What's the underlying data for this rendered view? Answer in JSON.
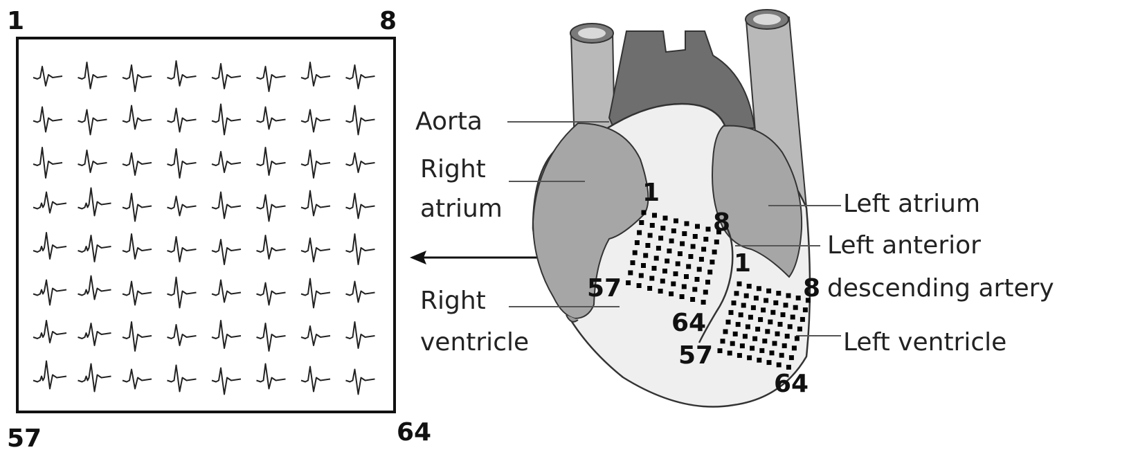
{
  "recording_panel": {
    "corners": {
      "top_left": "1",
      "top_right": "8",
      "bottom_left": "57",
      "bottom_right": "64"
    },
    "grid": {
      "rows": 8,
      "columns": 8
    }
  },
  "heart": {
    "labels": {
      "aorta": "Aorta",
      "right_atrium_1": "Right",
      "right_atrium_2": "atrium",
      "right_ventricle_1": "Right",
      "right_ventricle_2": "ventricle",
      "left_atrium": "Left atrium",
      "lad_1": "Left anterior",
      "lad_2": "descending artery",
      "left_ventricle": "Left ventricle"
    },
    "rv_array": {
      "tl": "1",
      "tr": "8",
      "bl": "57",
      "br": "64"
    },
    "lv_array": {
      "tl": "1",
      "tr": "8",
      "bl": "57",
      "br": "64"
    }
  },
  "colors": {
    "aorta": "#6e6e6e",
    "vessels": "#b9b9b9",
    "atria": "#a6a6a6",
    "heart_body": "#efefef",
    "outline": "#333333",
    "electrode": "#000000"
  }
}
